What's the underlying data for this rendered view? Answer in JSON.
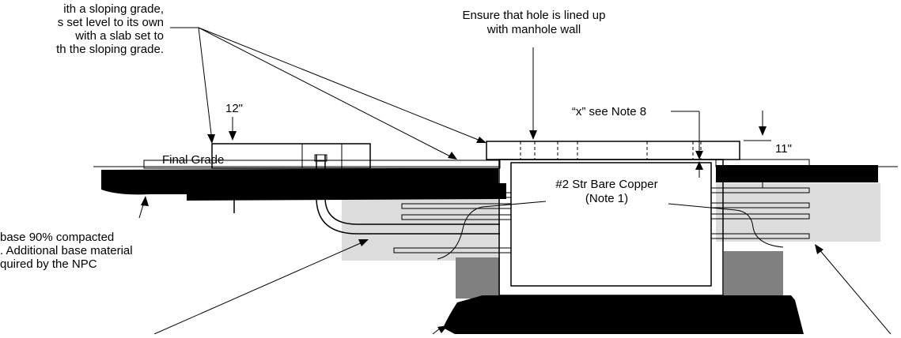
{
  "notes": {
    "slab_note": [
      "ith a sloping grade,",
      "s set level to its own",
      "with a slab set to",
      "th the sloping grade."
    ],
    "hole_note": [
      "Ensure that hole is lined up",
      "with manhole wall"
    ],
    "x_note": "“x” see Note 8",
    "base_note": [
      "base 90% compacted",
      ". Additional base material",
      "quired by the NPC"
    ]
  },
  "labels": {
    "final_grade": "Final Grade",
    "dim_12": "12\"",
    "dim_11": "11\"",
    "copper_line1": "#2 Str Bare Copper",
    "copper_line2": "(Note 1)"
  },
  "colors": {
    "ink": "#000000",
    "gravel": "#dcdcdc",
    "footing": "#808080",
    "soil": "#000000"
  }
}
